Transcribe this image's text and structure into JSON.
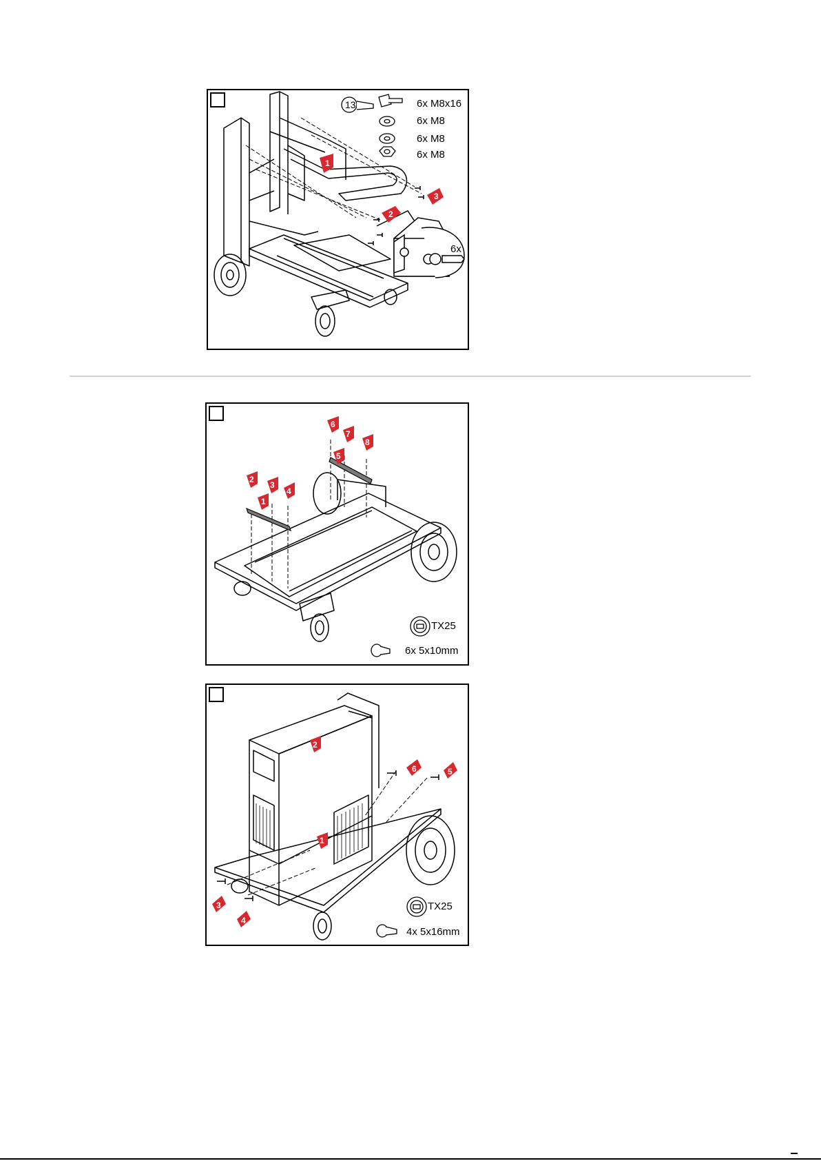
{
  "figure1": {
    "tool_wrench": "13",
    "parts": [
      "6x M8x16",
      "6x M8",
      "6x M8",
      "6x M8"
    ],
    "inset_count": "6x",
    "step_markers": [
      "1",
      "2",
      "3"
    ]
  },
  "figure2": {
    "tool_label": "TX25",
    "screw_label": "6x 5x10mm",
    "step_markers": [
      "1",
      "2",
      "3",
      "4",
      "5",
      "6",
      "7",
      "8"
    ]
  },
  "figure3": {
    "tool_label": "TX25",
    "screw_label": "4x 5x16mm",
    "step_markers": [
      "1",
      "2",
      "3",
      "4",
      "5",
      "6"
    ]
  },
  "colors": {
    "marker": "#d7282f",
    "divider": "#d2d2d2",
    "line": "#000000"
  }
}
